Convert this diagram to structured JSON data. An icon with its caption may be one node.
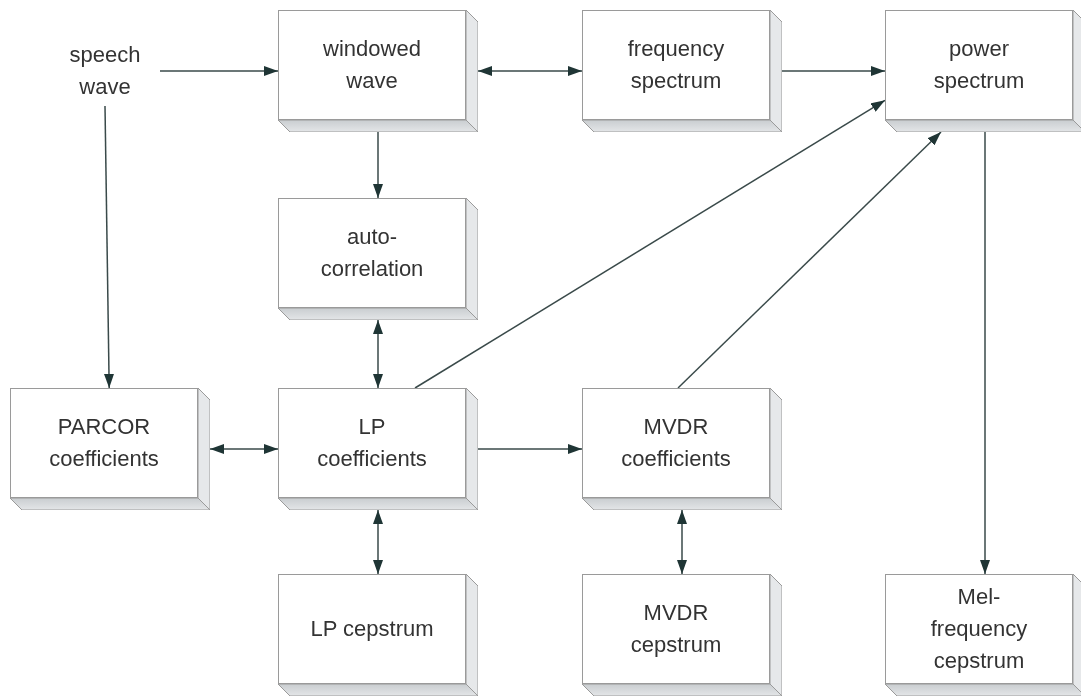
{
  "diagram": {
    "nodes": [
      {
        "text": [
          "speech wave"
        ]
      },
      {
        "text": [
          "windowed wave"
        ]
      },
      {
        "text": [
          "frequency spectrum"
        ]
      },
      {
        "text": [
          "power spectrum"
        ]
      },
      {
        "text": [
          "auto- correlation"
        ]
      },
      {
        "text": [
          "PARCOR coefficients"
        ]
      },
      {
        "text": [
          "LP coefficients"
        ]
      },
      {
        "text": [
          "MVDR coefficients"
        ]
      },
      {
        "text": [
          "LP cepstrum"
        ]
      },
      {
        "text": [
          "MVDR cepstrum"
        ]
      },
      {
        "text": [
          "Mel- frequency cepstrum"
        ]
      }
    ],
    "edges": [
      {
        "from": 0,
        "to": 1,
        "arrow": "to"
      },
      {
        "from": 1,
        "to": 2,
        "arrow": "both"
      },
      {
        "from": 2,
        "to": 3,
        "arrow": "to"
      },
      {
        "from": 1,
        "to": 4,
        "arrow": "to"
      },
      {
        "from": 4,
        "to": 6,
        "arrow": "both"
      },
      {
        "from": 0,
        "to": 5,
        "arrow": "to"
      },
      {
        "from": 5,
        "to": 6,
        "arrow": "both"
      },
      {
        "from": 6,
        "to": 7,
        "arrow": "to"
      },
      {
        "from": 6,
        "to": 3,
        "arrow": "to"
      },
      {
        "from": 7,
        "to": 3,
        "arrow": "to"
      },
      {
        "from": 6,
        "to": 8,
        "arrow": "both"
      },
      {
        "from": 7,
        "to": 9,
        "arrow": "both"
      },
      {
        "from": 3,
        "to": 10,
        "arrow": "to"
      }
    ]
  }
}
